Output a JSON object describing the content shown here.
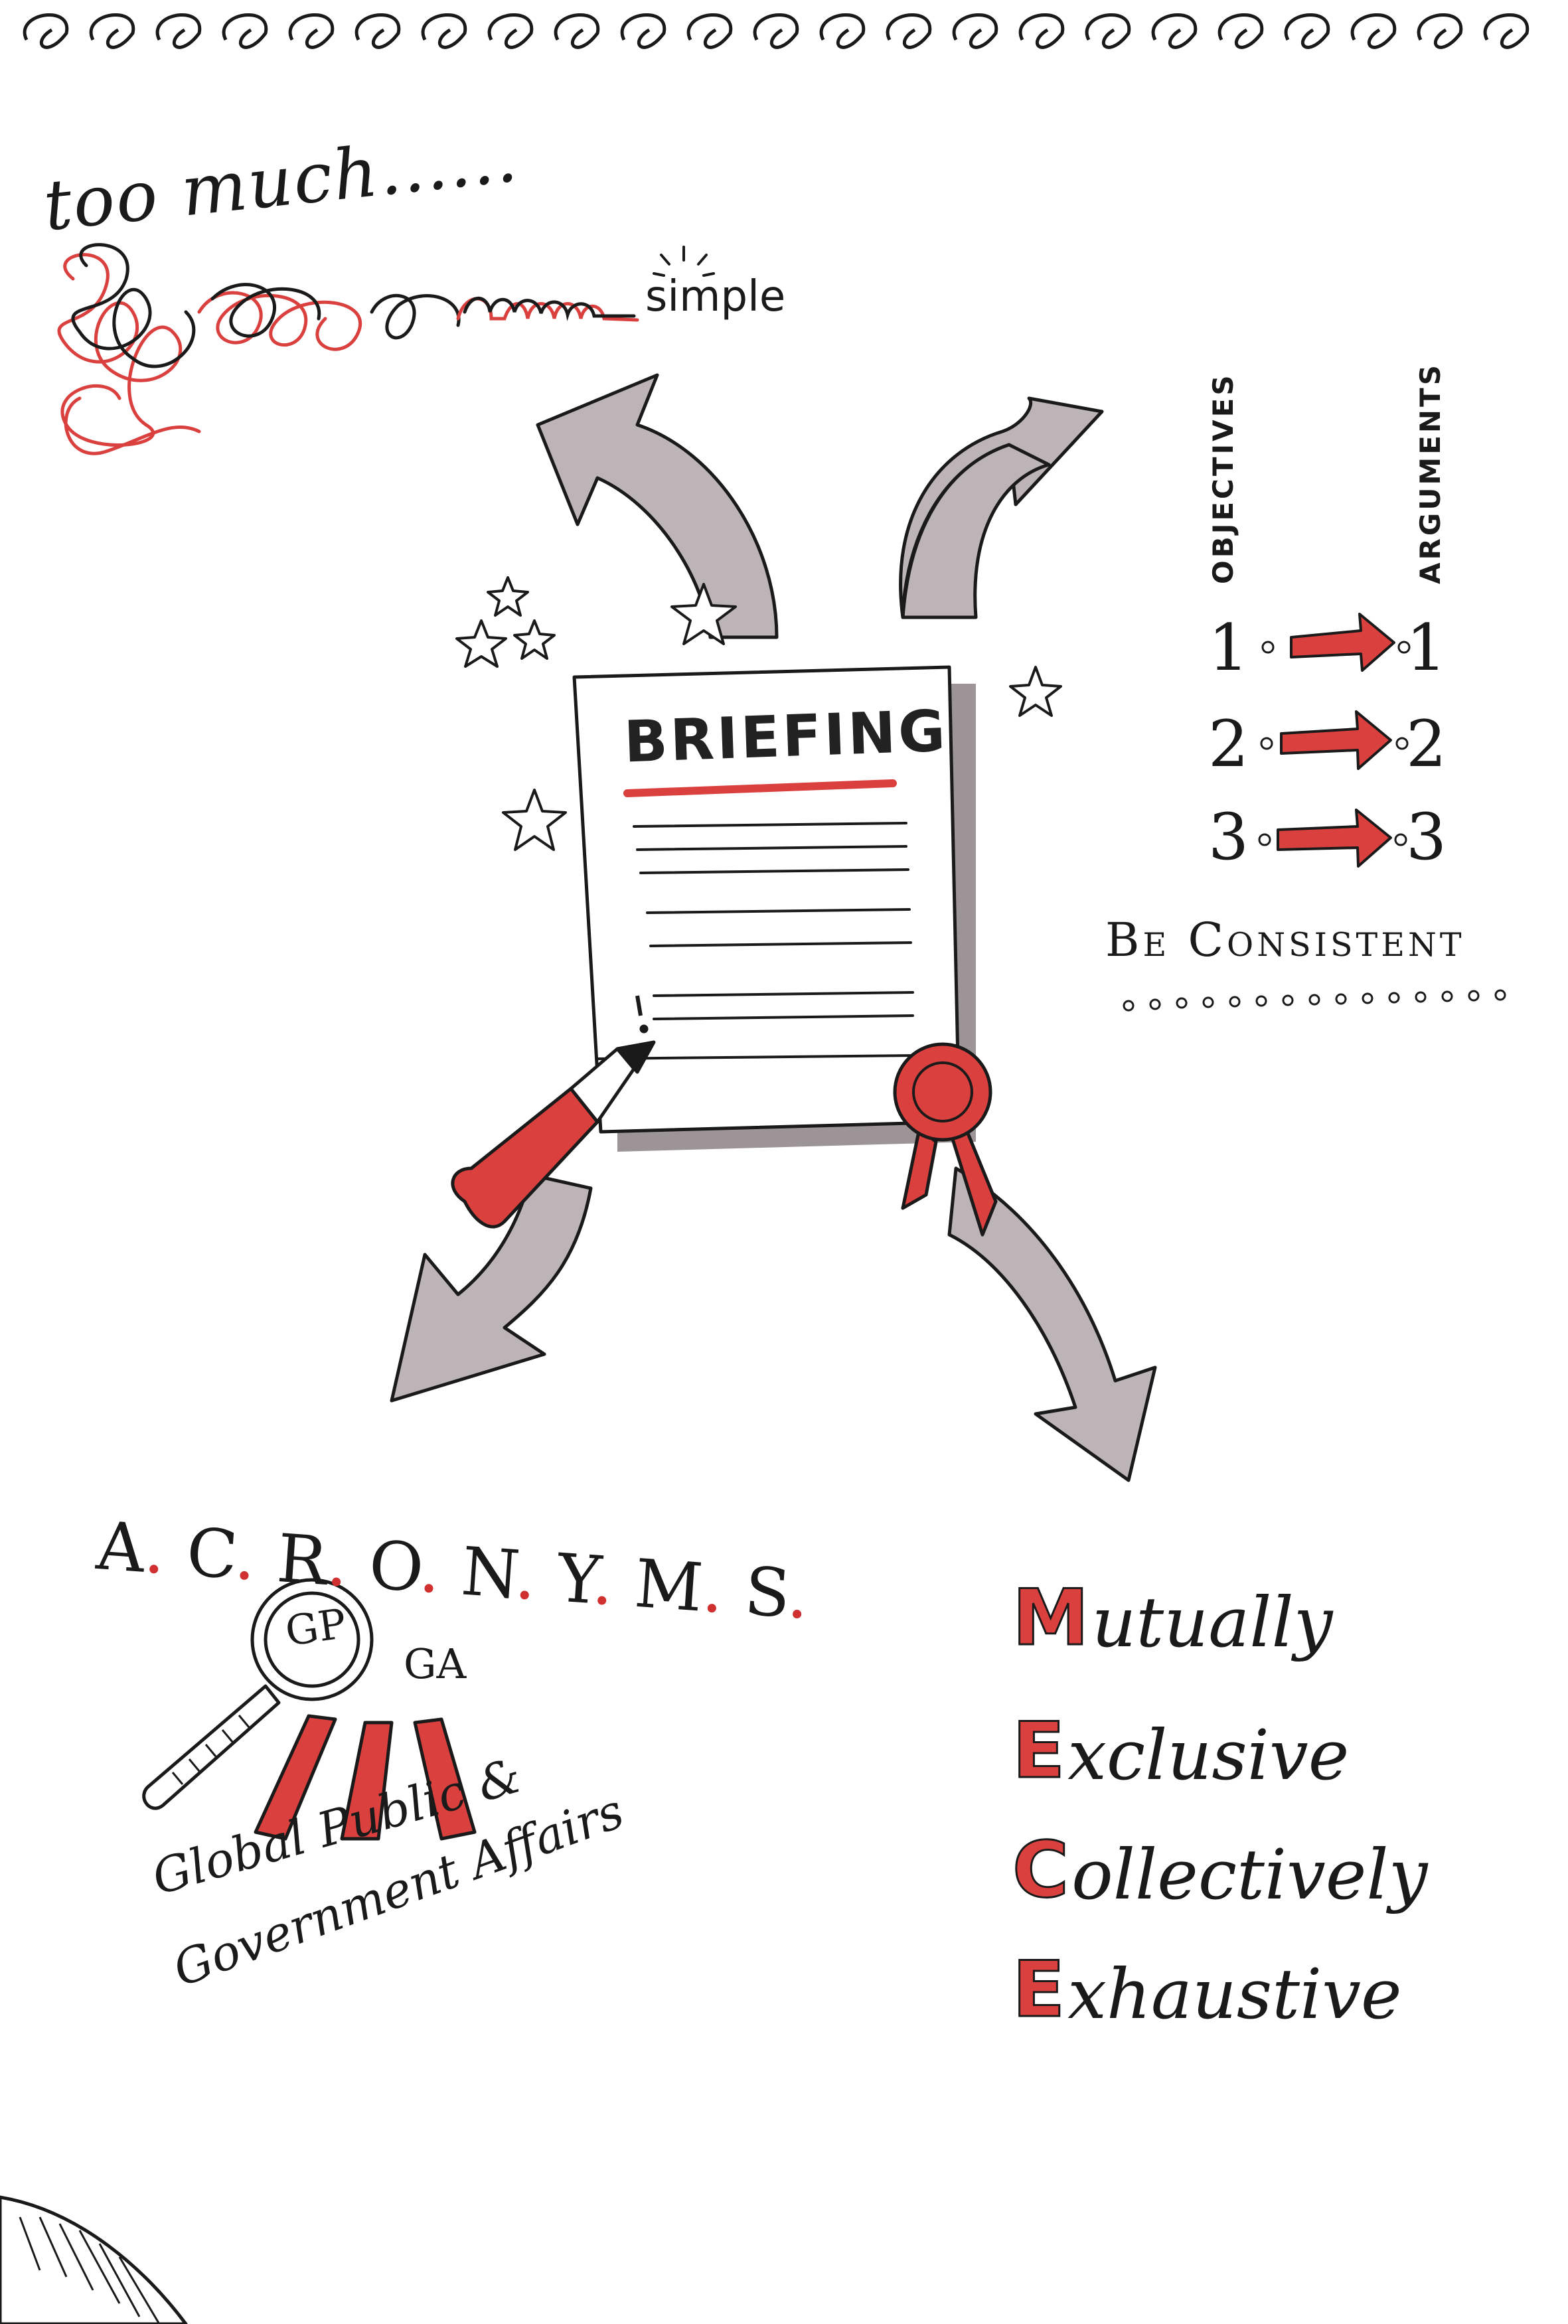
{
  "colors": {
    "accent_red": "#d9403e",
    "arrow_grey": "#bcb4b6",
    "shadow_grey": "#9c9497",
    "ink": "#1a1a1a"
  },
  "icons": [
    "spiral-binding-icon",
    "scribble-icon",
    "sparkle-icon",
    "star-icon",
    "arrow-icon",
    "document-icon",
    "fountain-pen-icon",
    "ribbon-rosette-icon",
    "magnifying-glass-icon",
    "page-curl-icon"
  ],
  "too_much": {
    "label": "too much......",
    "simple": "simple"
  },
  "briefing": {
    "title": "BRIEFING"
  },
  "consistency": {
    "objectives_label": "OBJECTIVES",
    "arguments_label": "ARGUMENTS",
    "rows": [
      {
        "left": "1",
        "right": "1"
      },
      {
        "left": "2",
        "right": "2"
      },
      {
        "left": "3",
        "right": "3"
      }
    ],
    "motto": "Be Consistent"
  },
  "acronyms": {
    "letters": [
      "A",
      "C",
      "R",
      "O",
      "N",
      "Y",
      "M",
      "S"
    ],
    "lens_text": "GP",
    "side_text": "GA",
    "expansion_line1": "Global Public &",
    "expansion_line2": "Government Affairs"
  },
  "mece": {
    "rows": [
      {
        "letter": "M",
        "rest": "utually"
      },
      {
        "letter": "E",
        "rest": "xclusive"
      },
      {
        "letter": "C",
        "rest": "ollectively"
      },
      {
        "letter": "E",
        "rest": "xhaustive"
      }
    ]
  }
}
